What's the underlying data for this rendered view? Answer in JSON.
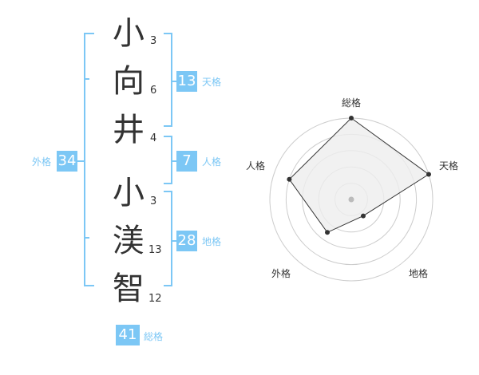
{
  "name": {
    "chars": [
      {
        "char": "小",
        "strokes": "3"
      },
      {
        "char": "向",
        "strokes": "6"
      },
      {
        "char": "井",
        "strokes": "4"
      },
      {
        "char": "小",
        "strokes": "3"
      },
      {
        "char": "渼",
        "strokes": "13"
      },
      {
        "char": "智",
        "strokes": "12"
      }
    ]
  },
  "kaku": {
    "tenkaku": {
      "value": "13",
      "label": "天格"
    },
    "jinkaku": {
      "value": "7",
      "label": "人格"
    },
    "chikaku": {
      "value": "28",
      "label": "地格"
    },
    "gaikaku": {
      "value": "34",
      "label": "外格"
    },
    "soukaku": {
      "value": "41",
      "label": "総格"
    }
  },
  "radar": {
    "axes": [
      "総格",
      "天格",
      "地格",
      "外格",
      "人格"
    ],
    "values": [
      1.0,
      1.0,
      0.25,
      0.5,
      0.8
    ],
    "rings": 5,
    "colors": {
      "ring": "#cccccc",
      "fill": "#eeeeee",
      "stroke": "#333333",
      "center": "#bbbbbb"
    }
  },
  "colors": {
    "accent": "#7cc7f5",
    "text": "#333333"
  }
}
